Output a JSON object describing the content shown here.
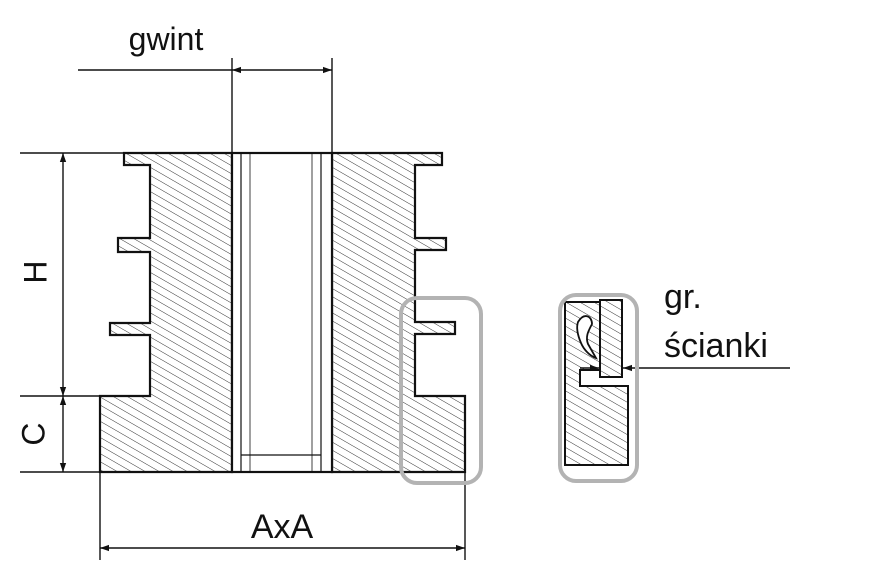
{
  "labels": {
    "gwint": "gwint",
    "h": "H",
    "c": "C",
    "axa": "AxA",
    "gr": "gr.",
    "scianki": "ścianki"
  },
  "colors": {
    "line": "#111111",
    "hatch": "#333333",
    "highlight_frame": "#b3b3b3",
    "background": "#ffffff"
  }
}
